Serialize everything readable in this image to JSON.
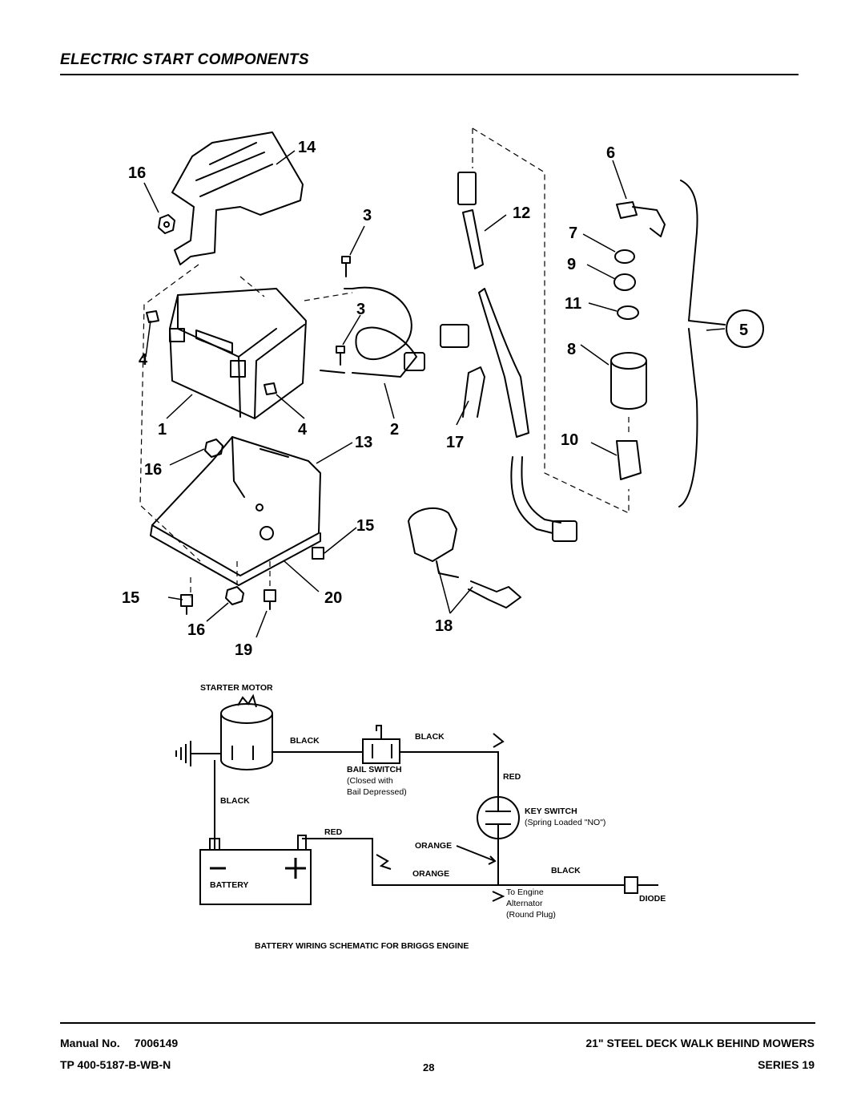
{
  "header": {
    "title": "ELECTRIC START COMPONENTS"
  },
  "parts_diagram": {
    "callouts": [
      "14",
      "16",
      "3",
      "12",
      "6",
      "7",
      "9",
      "11",
      "5",
      "8",
      "3",
      "4",
      "1",
      "4",
      "2",
      "13",
      "17",
      "10",
      "16",
      "15",
      "15",
      "20",
      "16",
      "19",
      "18"
    ]
  },
  "schematic": {
    "starter_motor": "STARTER MOTOR",
    "black_1": "BLACK",
    "black_2": "BLACK",
    "black_3": "BLACK",
    "black_4": "BLACK",
    "bail_switch": [
      "BAIL SWITCH",
      "(Closed with",
      "Bail Depressed)"
    ],
    "red_1": "RED",
    "red_2": "RED",
    "key_switch": [
      "KEY SWITCH",
      "(Spring Loaded \"NO\")"
    ],
    "orange_1": "ORANGE",
    "orange_2": "ORANGE",
    "battery": "BATTERY",
    "to_engine": [
      "To Engine",
      "Alternator",
      "(Round Plug)"
    ],
    "diode": "DIODE",
    "caption": "BATTERY WIRING SCHEMATIC FOR BRIGGS ENGINE"
  },
  "footer": {
    "manual_label": "Manual No.",
    "manual_number": "7006149",
    "tp": "TP 400-5187-B-WB-N",
    "page": "28",
    "product": "21\" STEEL DECK WALK BEHIND MOWERS",
    "series": "SERIES 19"
  }
}
